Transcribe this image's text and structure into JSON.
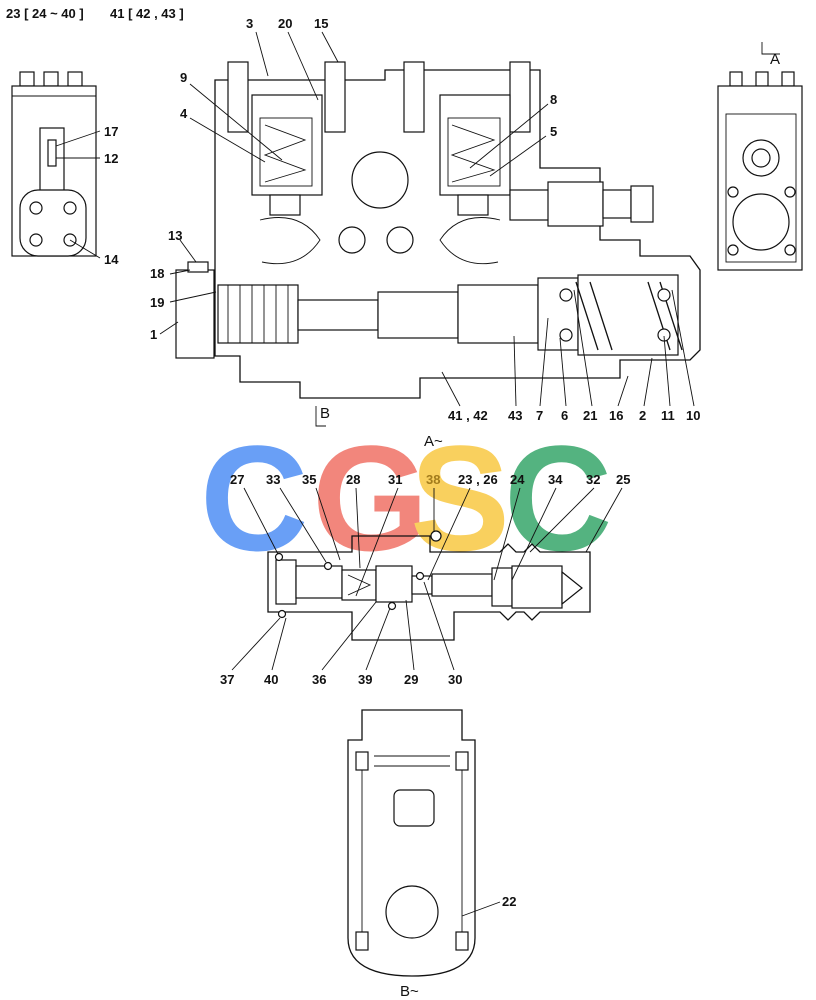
{
  "header": {
    "group_a": "23 [ 24 ~ 40 ]",
    "group_b": "41 [ 42 , 43 ]"
  },
  "watermark": {
    "letters": [
      "C",
      "G",
      "S",
      "C"
    ],
    "colors": [
      "#4f8ff5",
      "#f07166",
      "#f9c842",
      "#37a66a"
    ]
  },
  "view_labels": {
    "section_a": "A",
    "section_b": "B",
    "detail_a": "A~",
    "detail_b": "B~"
  },
  "callouts": {
    "left": [
      "17",
      "12",
      "14"
    ],
    "main": [
      "3",
      "20",
      "15",
      "9",
      "4",
      "8",
      "5",
      "13",
      "18",
      "19",
      "1",
      "41 , 42",
      "43",
      "7",
      "6",
      "21",
      "16",
      "2",
      "11",
      "10"
    ],
    "detail_top": [
      "27",
      "33",
      "35",
      "28",
      "31",
      "38",
      "23 , 26",
      "24",
      "34",
      "32",
      "25"
    ],
    "detail_bottom": [
      "37",
      "40",
      "36",
      "39",
      "29",
      "30"
    ],
    "bottom": [
      "22"
    ]
  }
}
